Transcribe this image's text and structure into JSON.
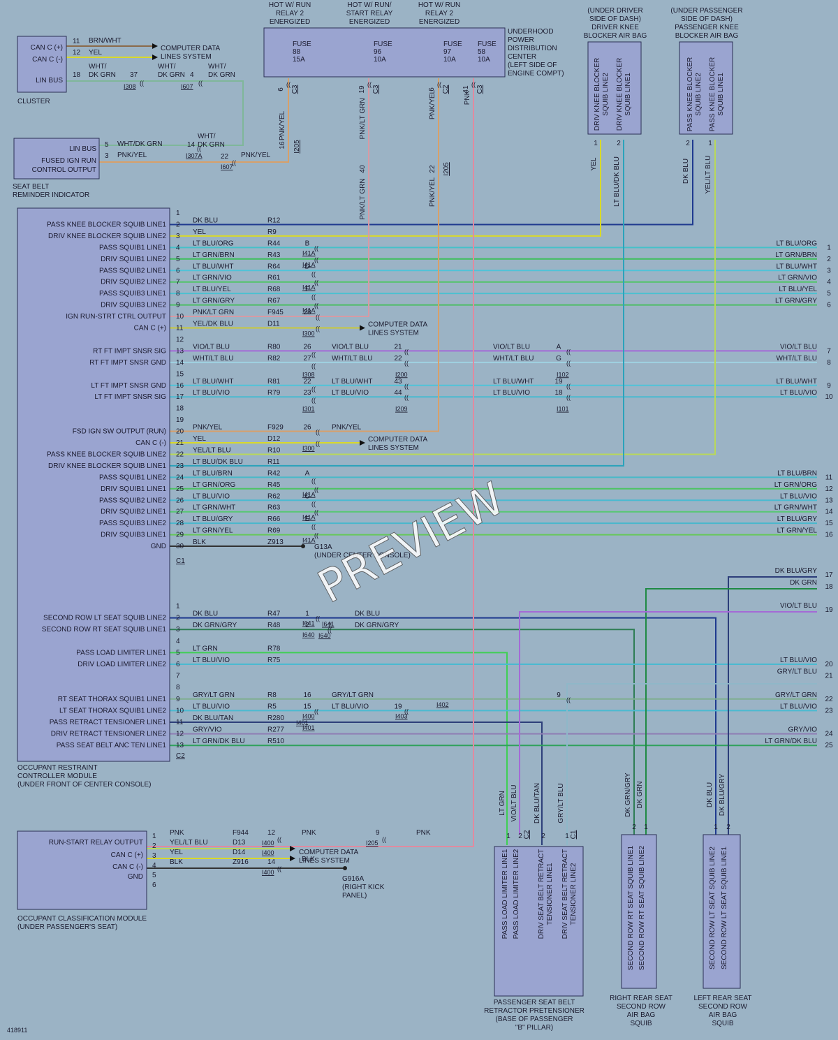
{
  "preview_text": "PREVIEW",
  "figure_id": "418911",
  "colors": {
    "DK BLU": "#1f3a8f",
    "YEL": "#d9d92a",
    "LT BLU/ORG": "#45c1c9",
    "LT GRN/BRN": "#3cbf5a",
    "LT BLU/WHT": "#4fc3d8",
    "LT GRN/VIO": "#52c46a",
    "LT BLU/YEL": "#4cc0d0",
    "LT GRN/GRY": "#4cbd66",
    "PNK/LT GRN": "#d79aa4",
    "YEL/DK BLU": "#c8c83a",
    "VIO/LT BLU": "#a46ad6",
    "WHT/LT BLU": "#9fd2e2",
    "LT BLU/VIO": "#4abad0",
    "PNK/YEL": "#d7a06a",
    "YEL/LT BLU": "#b8d85a",
    "LT BLU/DK BLU": "#2ba3bb",
    "LT BLU/BRN": "#47b9c8",
    "LT GRN/ORG": "#4cc462",
    "LT GRN/WHT": "#58c873",
    "LT BLU/GRY": "#49b7cc",
    "LT GRN/YEL": "#66c85a",
    "BLK": "#333333",
    "DK GRN/GRY": "#2e7d55",
    "LT GRN": "#3fcf55",
    "GRY/LT GRN": "#7fae90",
    "DK BLU/TAN": "#2d3f7a",
    "GRY/VIO": "#8f7fb5",
    "LT GRN/DK BLU": "#2fa15c",
    "PNK": "#e08aa0",
    "BRN/WHT": "#8a6a4a",
    "WHT/DK GRN": "#7fb79a",
    "DK BLU/GRY": "#2c3d7a",
    "DK GRN": "#1f8a44",
    "GRY/LT BLU": "#8fb7c8"
  },
  "modules": {
    "cluster": {
      "name": "CLUSTER",
      "pins": [
        "CAN C (+)",
        "CAN C (-)",
        "LIN BUS"
      ]
    },
    "seat_belt": {
      "name": "SEAT BELT\nREMINDER INDICATOR",
      "pins": [
        "LIN BUS",
        "FUSED IGN RUN",
        "CONTROL OUTPUT"
      ]
    },
    "orc": {
      "name": "OCCUPANT RESTRAINT\nCONTROLLER MODULE\n(UNDER FRONT OF CENTER CONSOLE)"
    },
    "ocm": {
      "name": "OCCUPANT CLASSIFICATION MODULE\n(UNDER PASSENGER'S SEAT)",
      "pins": [
        "RUN-START RELAY OUTPUT",
        "CAN C (+)",
        "CAN C (-)",
        "GND"
      ]
    },
    "updc": {
      "name": "UNDERHOOD\nPOWER\nDISTRIBUTION\nCENTER\n(LEFT SIDE OF\nENGINE COMPT)"
    },
    "driver_knee": {
      "header": "(UNDER DRIVER\nSIDE OF DASH)\nDRIVER KNEE\nBLOCKER AIR BAG",
      "pins": [
        "DRIV KNEE BLOCKER\nSQUIB LINE2",
        "DRIV KNEE BLOCKER\nSQUIB LINE1"
      ]
    },
    "pass_knee": {
      "header": "(UNDER PASSENGER\nSIDE OF DASH)\nPASSENGER KNEE\nBLOCKER AIR BAG",
      "pins": [
        "PASS KNEE BLOCKER\nSQUIB LINE2",
        "PASS KNEE BLOCKER\nSQUIB LINE1"
      ]
    },
    "pretensioner": {
      "name": "PASSENGER SEAT BELT\nRETRACTOR PRETENSIONER\n(BASE OF PASSENGER\n\"B\" PILLAR)",
      "pins": [
        "PASS LOAD LIMITER LINE1",
        "PASS LOAD LIMITER LINE2",
        "DRIV SEAT BELT RETRACT\nTENSIONER LINE1",
        "DRIV SEAT BELT RETRACT\nTENSIONER LINE2"
      ]
    },
    "right_rear": {
      "name": "RIGHT REAR SEAT\nSECOND ROW\nAIR BAG\nSQUIB",
      "pins": [
        "SECOND ROW RT SEAT SQUIB LINE1",
        "SECOND ROW RT SEAT SQUIB LINE2"
      ]
    },
    "left_rear": {
      "name": "LEFT REAR SEAT\nSECOND ROW\nAIR BAG\nSQUIB",
      "pins": [
        "SECOND ROW LT SEAT SQUIB LINE2",
        "SECOND ROW LT SEAT SQUIB LINE1"
      ]
    }
  },
  "relays": [
    {
      "label": "HOT W/ RUN\nRELAY 2\nENERGIZED"
    },
    {
      "label": "HOT W/ RUN/\nSTART RELAY\nENERGIZED"
    },
    {
      "label": "HOT W/ RUN\nRELAY 2\nENERGIZED"
    }
  ],
  "fuses": [
    {
      "label": "FUSE\n88\n15A",
      "pin": "6",
      "conn": "C3",
      "wire": "PNK/YEL"
    },
    {
      "label": "FUSE\n96\n10A",
      "pin": "19",
      "conn": "C3",
      "wire": "PNK/LT GRN"
    },
    {
      "label": "FUSE\n97\n10A",
      "pin": "6",
      "conn": "C2",
      "wire": "PNK/YEL"
    },
    {
      "label": "FUSE\n58\n10A",
      "pin": "41",
      "conn": "C3",
      "wire": "PNK"
    }
  ],
  "cluster_wires": [
    {
      "pin": "11",
      "color": "BRN/WHT",
      "dest": "COMPUTER DATA\nLINES SYSTEM"
    },
    {
      "pin": "12",
      "color": "YEL"
    },
    {
      "pin": "18",
      "color": "WHT/\nDK GRN",
      "c1": "37",
      "c1_conn": "I308",
      "c2_color": "WHT/\nDK GRN",
      "c2": "4",
      "c2_conn": "I607",
      "c3_color": "WHT/\nDK GRN"
    }
  ],
  "seat_belt_wires": [
    {
      "pin": "5",
      "color": "WHT/DK GRN",
      "c": "14",
      "conn": "I307A",
      "c2_color": "WHT/\nDK GRN"
    },
    {
      "pin": "3",
      "color": "PNK/YEL",
      "c": "22",
      "conn": "I607",
      "c2_color": "PNK/YEL"
    }
  ],
  "c205_labels": {
    "top_pin": "16",
    "conn": "I205",
    "conn2": "I205",
    "pin40": "40",
    "pin22": "22"
  },
  "orc_c1_connector": "C1",
  "orc_c2_connector": "C2",
  "orc_c1": [
    {
      "pin": "1",
      "name": "",
      "color": "",
      "circuit": ""
    },
    {
      "pin": "2",
      "name": "PASS KNEE BLOCKER SQUIB LINE1",
      "color": "DK BLU",
      "circuit": "R12"
    },
    {
      "pin": "3",
      "name": "DRIV KNEE BLOCKER SQUIB LINE2",
      "color": "YEL",
      "circuit": "R9"
    },
    {
      "pin": "4",
      "name": "PASS SQUIB1 LINE1",
      "color": "LT BLU/ORG",
      "circuit": "R44",
      "cpin": "B",
      "conn": "I41A",
      "out": "LT BLU/ORG",
      "ref": "1"
    },
    {
      "pin": "5",
      "name": "DRIV SQUIB1 LINE2",
      "color": "LT GRN/BRN",
      "circuit": "R43",
      "conn": "I41A",
      "out": "LT GRN/BRN",
      "ref": "2"
    },
    {
      "pin": "6",
      "name": "PASS SQUIB2 LINE1",
      "color": "LT BLU/WHT",
      "circuit": "R64",
      "cpin": "D",
      "out": "LT BLU/WHT",
      "ref": "3"
    },
    {
      "pin": "7",
      "name": "DRIV SQUIB2 LINE2",
      "color": "LT GRN/VIO",
      "circuit": "R61",
      "conn": "I41A",
      "out": "LT GRN/VIO",
      "ref": "4"
    },
    {
      "pin": "8",
      "name": "PASS SQUIB3 LINE1",
      "color": "LT BLU/YEL",
      "circuit": "R68",
      "cpin": "F",
      "out": "LT BLU/YEL",
      "ref": "5"
    },
    {
      "pin": "9",
      "name": "DRIV SQUIB3 LINE2",
      "color": "LT GRN/GRY",
      "circuit": "R67",
      "conn": "I41A",
      "out": "LT GRN/GRY",
      "ref": "6"
    },
    {
      "pin": "10",
      "name": "IGN RUN-STRT CTRL OUTPUT",
      "color": "PNK/LT GRN",
      "circuit": "F945",
      "cpin": "28"
    },
    {
      "pin": "11",
      "name": "CAN C (+)",
      "color": "YEL/DK BLU",
      "circuit": "D11",
      "conn": "I300",
      "dest": "COMPUTER DATA\nLINES SYSTEM"
    },
    {
      "pin": "12",
      "name": "",
      "color": "",
      "circuit": ""
    },
    {
      "pin": "13",
      "name": "RT FT IMPT SNSR SIG",
      "color": "VIO/LT BLU",
      "circuit": "R80",
      "cpin": "26",
      "c2_color": "VIO/LT BLU",
      "c2pin": "21",
      "c3_color": "VIO/LT BLU",
      "c3pin": "A",
      "out": "VIO/LT BLU",
      "ref": "7"
    },
    {
      "pin": "14",
      "name": "RT FT IMPT SNSR GND",
      "color": "WHT/LT BLU",
      "circuit": "R82",
      "cpin": "27",
      "c2_color": "WHT/LT BLU",
      "c2pin": "22",
      "c3_color": "WHT/LT BLU",
      "c3pin": "G",
      "out": "WHT/LT BLU",
      "ref": "8"
    },
    {
      "pin": "15",
      "name": "",
      "color": "",
      "circuit": "",
      "conn": "I308",
      "conn2": "I200",
      "conn3": "I102"
    },
    {
      "pin": "16",
      "name": "LT FT IMPT SNSR GND",
      "color": "LT BLU/WHT",
      "circuit": "R81",
      "cpin": "22",
      "c2_color": "LT BLU/WHT",
      "c2pin": "43",
      "c3_color": "LT BLU/WHT",
      "c3pin": "19",
      "out": "LT BLU/WHT",
      "ref": "9"
    },
    {
      "pin": "17",
      "name": "LT FT IMPT SNSR SIG",
      "color": "LT BLU/VIO",
      "circuit": "R79",
      "cpin": "23",
      "c2_color": "LT BLU/VIO",
      "c2pin": "44",
      "c3_color": "LT BLU/VIO",
      "c3pin": "18",
      "out": "LT BLU/VIO",
      "ref": "10"
    },
    {
      "pin": "18",
      "name": "",
      "color": "",
      "circuit": "",
      "conn": "I301",
      "conn2": "I209",
      "conn3": "I101"
    },
    {
      "pin": "19",
      "name": "",
      "color": "",
      "circuit": ""
    },
    {
      "pin": "20",
      "name": "FSD IGN SW OUTPUT (RUN)",
      "color": "PNK/YEL",
      "circuit": "F929",
      "cpin": "26",
      "c2_color": "PNK/YEL"
    },
    {
      "pin": "21",
      "name": "CAN C (-)",
      "color": "YEL",
      "circuit": "D12",
      "conn": "I300",
      "dest": "COMPUTER DATA\nLINES SYSTEM"
    },
    {
      "pin": "22",
      "name": "PASS KNEE BLOCKER SQUIB LINE2",
      "color": "YEL/LT BLU",
      "circuit": "R10"
    },
    {
      "pin": "23",
      "name": "DRIV KNEE BLOCKER SQUIB LINE1",
      "color": "LT BLU/DK BLU",
      "circuit": "R11"
    },
    {
      "pin": "24",
      "name": "PASS SQUIB1 LINE2",
      "color": "LT BLU/BRN",
      "circuit": "R42",
      "cpin": "A",
      "out": "LT BLU/BRN",
      "ref": "11"
    },
    {
      "pin": "25",
      "name": "DRIV SQUIB1 LINE1",
      "color": "LT GRN/ORG",
      "circuit": "R45",
      "conn": "I41A",
      "out": "LT GRN/ORG",
      "ref": "12"
    },
    {
      "pin": "26",
      "name": "PASS SQUIB2 LINE2",
      "color": "LT BLU/VIO",
      "circuit": "R62",
      "cpin": "C",
      "out": "LT BLU/VIO",
      "ref": "13"
    },
    {
      "pin": "27",
      "name": "DRIV SQUIB2 LINE1",
      "color": "LT GRN/WHT",
      "circuit": "R63",
      "conn": "I41A",
      "out": "LT GRN/WHT",
      "ref": "14"
    },
    {
      "pin": "28",
      "name": "PASS SQUIB3 LINE2",
      "color": "LT BLU/GRY",
      "circuit": "R66",
      "cpin": "E",
      "out": "LT BLU/GRY",
      "ref": "15"
    },
    {
      "pin": "29",
      "name": "DRIV SQUIB3 LINE1",
      "color": "LT GRN/YEL",
      "circuit": "R69",
      "conn": "I41A",
      "out": "LT GRN/YEL",
      "ref": "16"
    },
    {
      "pin": "30",
      "name": "GND",
      "color": "BLK",
      "circuit": "Z913",
      "ground": "G13A\n(UNDER CENTER CONSOLE)"
    }
  ],
  "orc_c2": [
    {
      "pin": "1",
      "name": "",
      "color": "",
      "circuit": ""
    },
    {
      "pin": "2",
      "name": "SECOND ROW LT SEAT SQUIB LINE2",
      "color": "DK BLU",
      "circuit": "R47",
      "cpin": "1",
      "conn": "I641",
      "c2_color": "DK BLU"
    },
    {
      "pin": "3",
      "name": "SECOND ROW RT SEAT SQUIB LINE1",
      "color": "DK GRN/GRY",
      "circuit": "R48",
      "cpin": "2",
      "conn": "I640",
      "c2_color": "DK GRN/GRY"
    },
    {
      "pin": "4",
      "name": "",
      "color": "",
      "circuit": ""
    },
    {
      "pin": "5",
      "name": "PASS LOAD LIMITER LINE1",
      "color": "LT GRN",
      "circuit": "R78"
    },
    {
      "pin": "6",
      "name": "DRIV LOAD LIMITER LINE2",
      "color": "LT BLU/VIO",
      "circuit": "R75",
      "out": "LT BLU/VIO",
      "ref": "20"
    },
    {
      "pin": "7",
      "name": "",
      "color": "",
      "circuit": "",
      "out": "GRY/LT BLU",
      "ref": "21"
    },
    {
      "pin": "8",
      "name": "",
      "color": "",
      "circuit": ""
    },
    {
      "pin": "9",
      "name": "RT SEAT THORAX SQUIB1 LINE1",
      "color": "GRY/LT GRN",
      "circuit": "R8",
      "cpin": "16",
      "c2_color": "GRY/LT GRN",
      "c3pin": "9",
      "conn3": "I402",
      "out": "GRY/LT GRN",
      "ref": "22"
    },
    {
      "pin": "10",
      "name": "LT SEAT THORAX SQUIB1 LINE2",
      "color": "LT BLU/VIO",
      "circuit": "R5",
      "cpin": "15",
      "conn": "I400",
      "c2_color": "LT BLU/VIO",
      "c2pin": "19",
      "conn2": "I403",
      "out": "LT BLU/VIO",
      "ref": "23"
    },
    {
      "pin": "11",
      "name": "PASS RETRACT TENSIONER LINE1",
      "color": "DK BLU/TAN",
      "circuit": "R280",
      "conn": "I401"
    },
    {
      "pin": "12",
      "name": "DRIV RETRACT TENSIONER LINE2",
      "color": "GRY/VIO",
      "circuit": "R277",
      "out": "GRY/VIO",
      "ref": "24"
    },
    {
      "pin": "13",
      "name": "PASS SEAT BELT ANC TEN LINE1",
      "color": "LT GRN/DK BLU",
      "circuit": "R510",
      "out": "LT GRN/DK BLU",
      "ref": "25"
    }
  ],
  "right_refs": [
    {
      "ref": "17",
      "color": "DK BLU/GRY"
    },
    {
      "ref": "18",
      "color": "DK GRN"
    },
    {
      "ref": "19",
      "color": "VIO/LT BLU"
    }
  ],
  "ocm_wires": [
    {
      "pin": "1",
      "color": "PNK",
      "circuit": "F944",
      "cpin": "12",
      "conn": "I400",
      "c2_color": "PNK",
      "c2pin": "9",
      "conn2": "I205",
      "c3_color": "PNK"
    },
    {
      "pin": "2",
      "color": "YEL/LT BLU",
      "circuit": "D13",
      "conn": "I400"
    },
    {
      "pin": "3",
      "color": "YEL",
      "circuit": "D14",
      "dest": "COMPUTER DATA\nLINES SYSTEM"
    },
    {
      "pin": "4",
      "color": "BLK",
      "circuit": "Z916",
      "cpin": "14",
      "conn": "I400",
      "c2_color": "BLK",
      "ground": "G916A\n(RIGHT KICK\nPANEL)"
    },
    {
      "pin": "5",
      "color": "",
      "circuit": ""
    },
    {
      "pin": "6",
      "color": "",
      "circuit": ""
    }
  ],
  "knee_wires": {
    "driver": [
      {
        "pin": "1",
        "color": "YEL"
      },
      {
        "pin": "2",
        "color": "LT BLU/DK BLU"
      }
    ],
    "pass": [
      {
        "pin": "2",
        "color": "DK BLU"
      },
      {
        "pin": "1",
        "color": "YEL/LT BLU"
      }
    ]
  },
  "bottom_wires": {
    "pretensioner": [
      {
        "color": "LT GRN",
        "pin": "1"
      },
      {
        "color": "VIO/LT BLU",
        "pin": "2",
        "conn": "C2"
      },
      {
        "color": "DK BLU/TAN",
        "pin": "2"
      },
      {
        "color": "GRY/LT BLU",
        "pin": "1",
        "conn": "C1"
      }
    ],
    "right_rear": [
      {
        "color": "DK GRN/GRY",
        "pin": "2"
      },
      {
        "color": "DK GRN",
        "pin": "1"
      }
    ],
    "left_rear": [
      {
        "color": "DK BLU",
        "pin": "1"
      },
      {
        "color": "DK BLU/GRY",
        "pin": "2"
      }
    ]
  }
}
